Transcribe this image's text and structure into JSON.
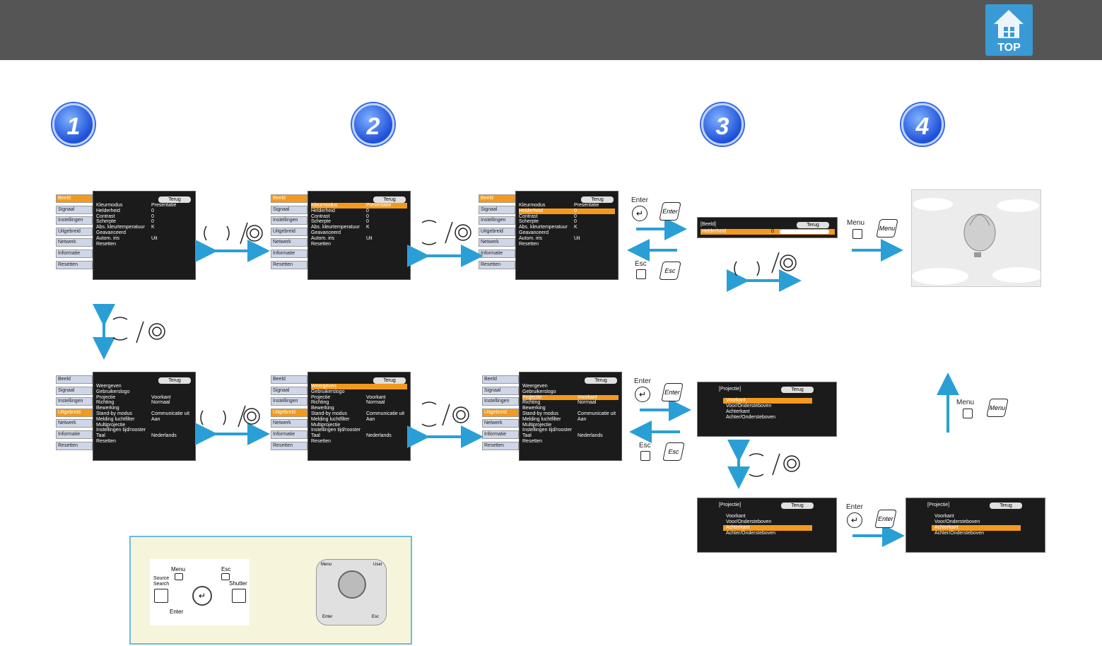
{
  "header": {
    "top_label": "TOP"
  },
  "steps": [
    "1",
    "2",
    "3",
    "4"
  ],
  "keys": {
    "enter": "Enter",
    "esc": "Esc",
    "menu": "Menu"
  },
  "menu_side": [
    "Beeld",
    "Signaal",
    "Instellingen",
    "Uitgebreid",
    "Netwerk",
    "Informatie",
    "Resetten"
  ],
  "terug": "Terug",
  "beeld_rows": [
    {
      "label": "Kleurmodus",
      "value": "Presentatie"
    },
    {
      "label": "Helderheid",
      "value": "0"
    },
    {
      "label": "Contrast",
      "value": "0"
    },
    {
      "label": "Scherpte",
      "value": "0"
    },
    {
      "label": "Abs. kleurtemperatuur",
      "value": "K"
    },
    {
      "label": "Geavanceerd",
      "value": ""
    },
    {
      "label": "Autom. iris",
      "value": "Uit"
    },
    {
      "label": "Resetten",
      "value": ""
    }
  ],
  "uitgebreid_rows": [
    {
      "label": "Weergeven",
      "value": ""
    },
    {
      "label": "Gebruikerslogo",
      "value": ""
    },
    {
      "label": "Projectie",
      "value": "Voorkant"
    },
    {
      "label": "Richting",
      "value": "Normaal"
    },
    {
      "label": "Bewerking",
      "value": ""
    },
    {
      "label": "Stand-by modus",
      "value": "Communicatie uit"
    },
    {
      "label": "Melding luchtfilter",
      "value": "Aan"
    },
    {
      "label": "Multiprojectie",
      "value": ""
    },
    {
      "label": "Instellingen tijd/rooster",
      "value": ""
    },
    {
      "label": "Taal",
      "value": "Nederlands"
    },
    {
      "label": "Resetten",
      "value": ""
    }
  ],
  "slider": {
    "title": "[Beeld]",
    "label": "Helderheid",
    "value": "0",
    "terug": "Terug"
  },
  "projectie": {
    "title": "[Projectie]",
    "terug": "Terug",
    "options": [
      "Voorkant",
      "Voor/Ondersteboven",
      "Achterkant",
      "Achter/Ondersteboven"
    ]
  },
  "remote": {
    "menu": "Menu",
    "esc": "Esc",
    "source_search": "Source Search",
    "shutter": "Shutter",
    "enter": "Enter",
    "user": "User"
  },
  "colors": {
    "header": "#555555",
    "accent": "#f39a1e",
    "arrow": "#2a9fd6",
    "panel_border": "#6bbbe0",
    "panel_bg": "#f6f5dc"
  }
}
